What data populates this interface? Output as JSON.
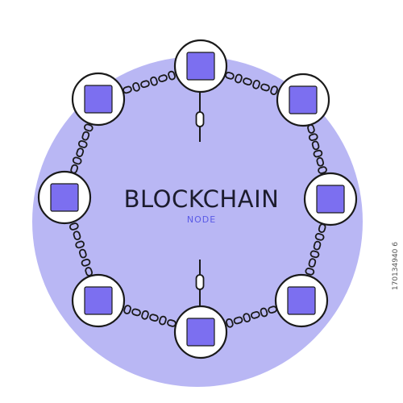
{
  "colors": {
    "background_disc": "#b9b7f4",
    "node_square": "#7c6ff0",
    "outline": "#1a1a1a",
    "node_fill": "#ffffff",
    "subtitle": "#5a5ae6"
  },
  "title": "BLOCKCHAIN",
  "subtitle": "NODE",
  "stock_id": "170134940 6",
  "nodes": [
    {
      "name": "node-top"
    },
    {
      "name": "node-top-right"
    },
    {
      "name": "node-right"
    },
    {
      "name": "node-bottom-right"
    },
    {
      "name": "node-bottom"
    },
    {
      "name": "node-bottom-left"
    },
    {
      "name": "node-left"
    },
    {
      "name": "node-top-left"
    }
  ]
}
